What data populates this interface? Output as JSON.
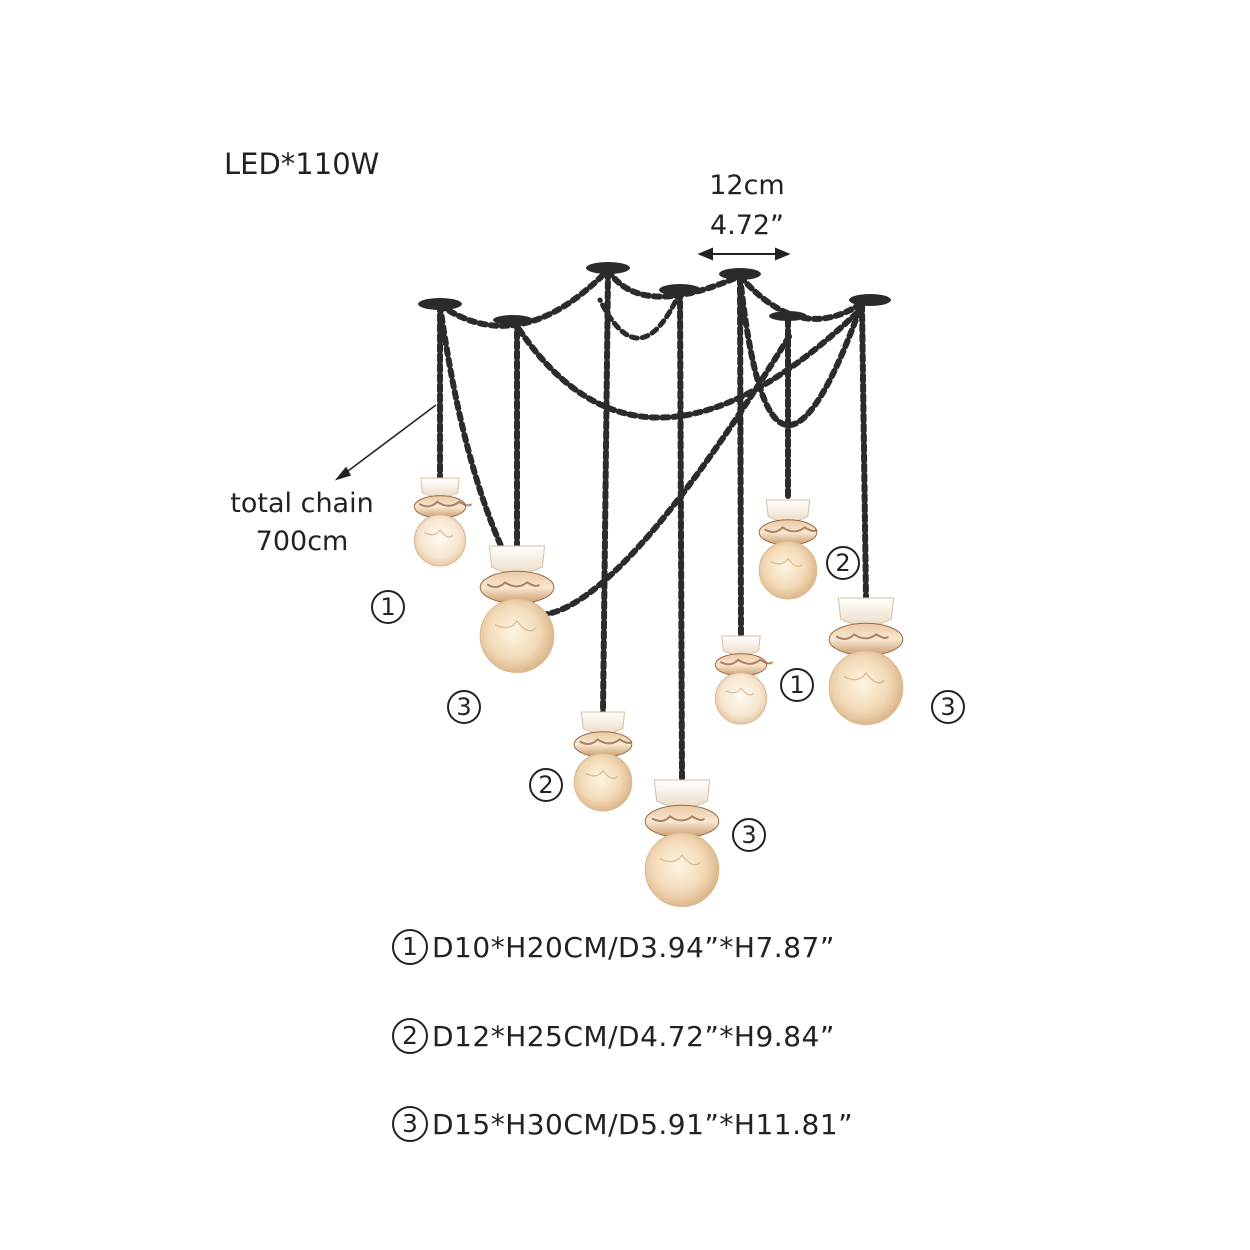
{
  "power": "LED*110W",
  "spacing": {
    "metric": "12cm",
    "imperial": "4.72”"
  },
  "chain": {
    "line1": "total chain",
    "line2": "700cm"
  },
  "lamp_markers": [
    "1",
    "3",
    "2",
    "3",
    "1",
    "2",
    "3"
  ],
  "specs": [
    {
      "num": "1",
      "text": "D10*H20CM/D3.94”*H7.87”"
    },
    {
      "num": "2",
      "text": "D12*H25CM/D4.72”*H9.84”"
    },
    {
      "num": "3",
      "text": "D15*H30CM/D5.91”*H11.81”"
    }
  ],
  "colors": {
    "chain": "#2b2b2b",
    "alabaster": "#f3e3cf",
    "vein": "#8a5a3a",
    "glow": "#fff3dd"
  }
}
